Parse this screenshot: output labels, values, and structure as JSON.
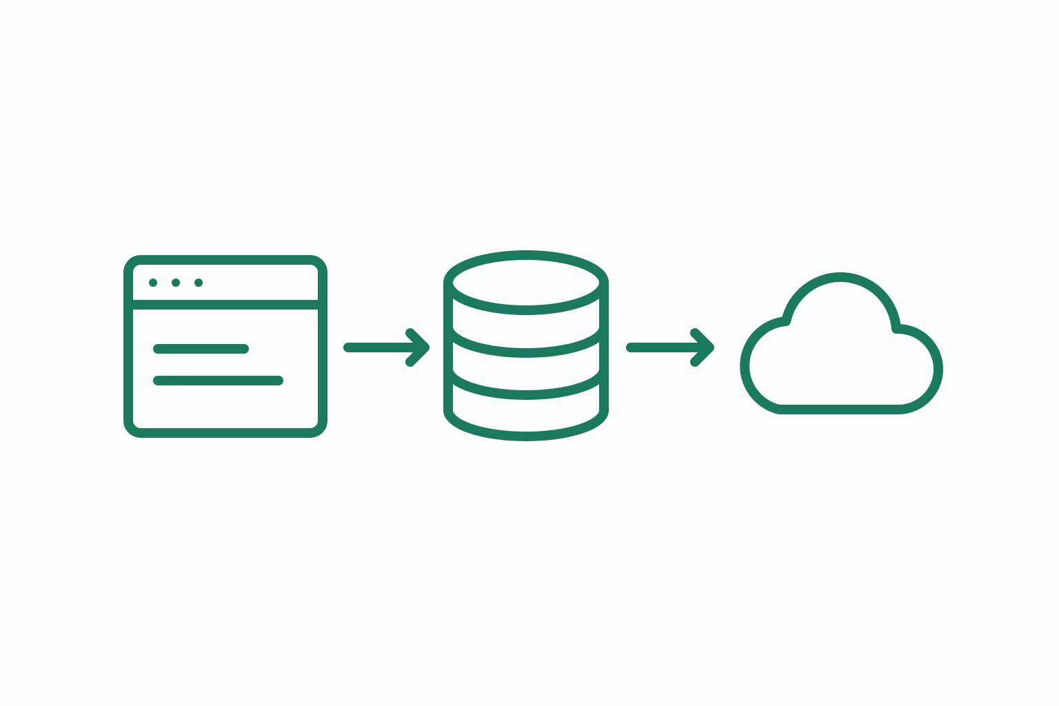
{
  "diagram": {
    "type": "flow",
    "accent_color": "#1b7a5e",
    "background_color": "#fdfdfd",
    "nodes": [
      {
        "icon": "browser-window-icon"
      },
      {
        "icon": "database-icon"
      },
      {
        "icon": "cloud-icon"
      }
    ],
    "edges": [
      {
        "icon": "arrow-right-icon",
        "from": 0,
        "to": 1
      },
      {
        "icon": "arrow-right-icon",
        "from": 1,
        "to": 2
      }
    ]
  }
}
